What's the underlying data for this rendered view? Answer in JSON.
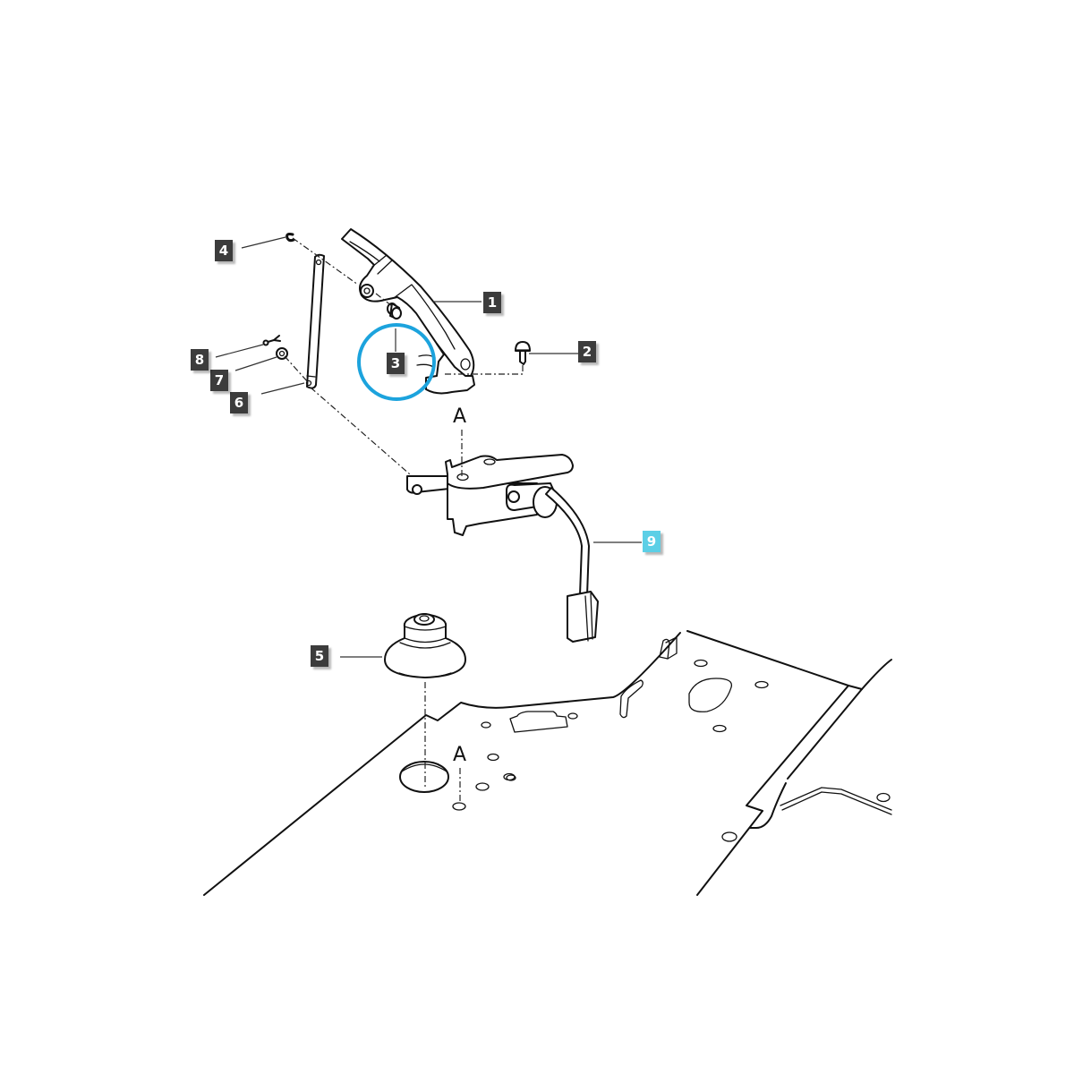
{
  "diagram": {
    "type": "exploded-parts-view",
    "highlight_color": "#1ca3dd",
    "active_callout_color": "#5ccfe6",
    "callout_color": "#3c3c3c",
    "callouts": [
      {
        "id": "1",
        "label": "1",
        "part": "pedal lever",
        "active": false
      },
      {
        "id": "2",
        "label": "2",
        "part": "screw",
        "active": false
      },
      {
        "id": "3",
        "label": "3",
        "part": "pin",
        "active": false,
        "highlighted": true
      },
      {
        "id": "4",
        "label": "4",
        "part": "e-clip",
        "active": false
      },
      {
        "id": "5",
        "label": "5",
        "part": "rubber boot",
        "active": false
      },
      {
        "id": "6",
        "label": "6",
        "part": "rod",
        "active": false
      },
      {
        "id": "7",
        "label": "7",
        "part": "washer",
        "active": false
      },
      {
        "id": "8",
        "label": "8",
        "part": "cotter pin",
        "active": false
      },
      {
        "id": "9",
        "label": "9",
        "part": "switch with harness",
        "active": true
      }
    ],
    "reference_marks": [
      {
        "id": "A-upper",
        "label": "A"
      },
      {
        "id": "A-lower",
        "label": "A"
      }
    ]
  }
}
